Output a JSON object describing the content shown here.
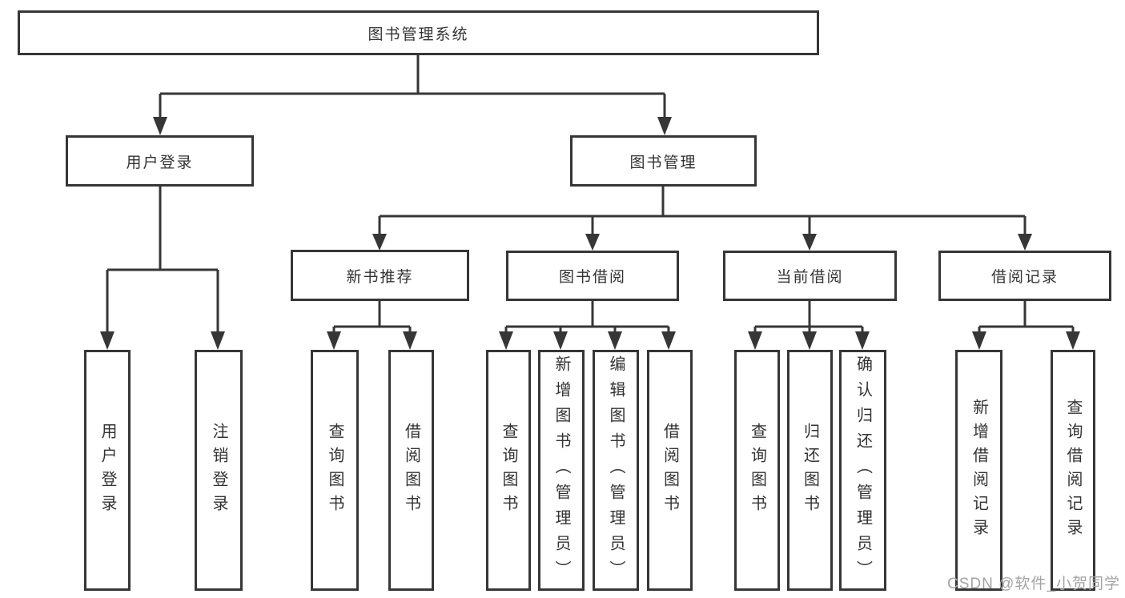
{
  "diagram": {
    "tree": {
      "label": "图书管理系统",
      "children": [
        {
          "label": "用户登录",
          "children": [
            {
              "label": "用户登录"
            },
            {
              "label": "注销登录"
            }
          ]
        },
        {
          "label": "图书管理",
          "children": [
            {
              "label": "新书推荐",
              "children": [
                {
                  "label": "查询图书"
                },
                {
                  "label": "借阅图书"
                }
              ]
            },
            {
              "label": "图书借阅",
              "children": [
                {
                  "label": "查询图书"
                },
                {
                  "label": "新增图书（管理员）"
                },
                {
                  "label": "编辑图书（管理员）"
                },
                {
                  "label": "借阅图书"
                }
              ]
            },
            {
              "label": "当前借阅",
              "children": [
                {
                  "label": "查询图书"
                },
                {
                  "label": "归还图书"
                },
                {
                  "label": "确认归还（管理员）"
                }
              ]
            },
            {
              "label": "借阅记录",
              "children": [
                {
                  "label": "新增借阅记录"
                },
                {
                  "label": "查询借阅记录"
                }
              ]
            }
          ]
        }
      ]
    },
    "watermark": "CSDN @软件_小贺同学",
    "colors": {
      "line": "#363636",
      "box_border": "#363636",
      "text": "#333333",
      "watermark": "#a3a3a3",
      "background": "#ffffff"
    }
  }
}
